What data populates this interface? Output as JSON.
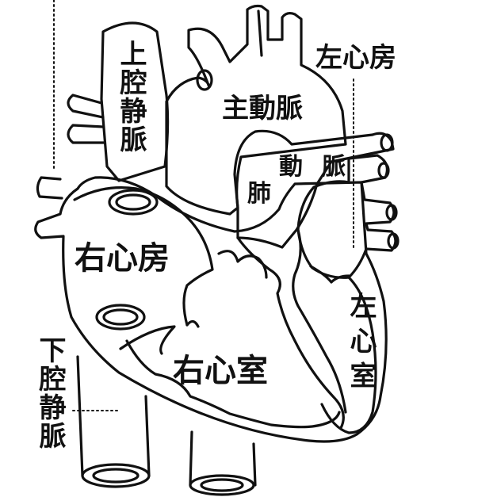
{
  "labels": {
    "superior_vena_cava": "上腔静脈",
    "inferior_vena_cava": "下腔静脈",
    "left_atrium": "左心房",
    "aorta": "主動脈",
    "pulmonary_artery_dong": "動",
    "pulmonary_artery_mai": "脈",
    "pulmonary_artery_fei": "肺",
    "right_atrium": "右心房",
    "right_ventricle": "右心室",
    "left_ventricle": "左心室"
  }
}
